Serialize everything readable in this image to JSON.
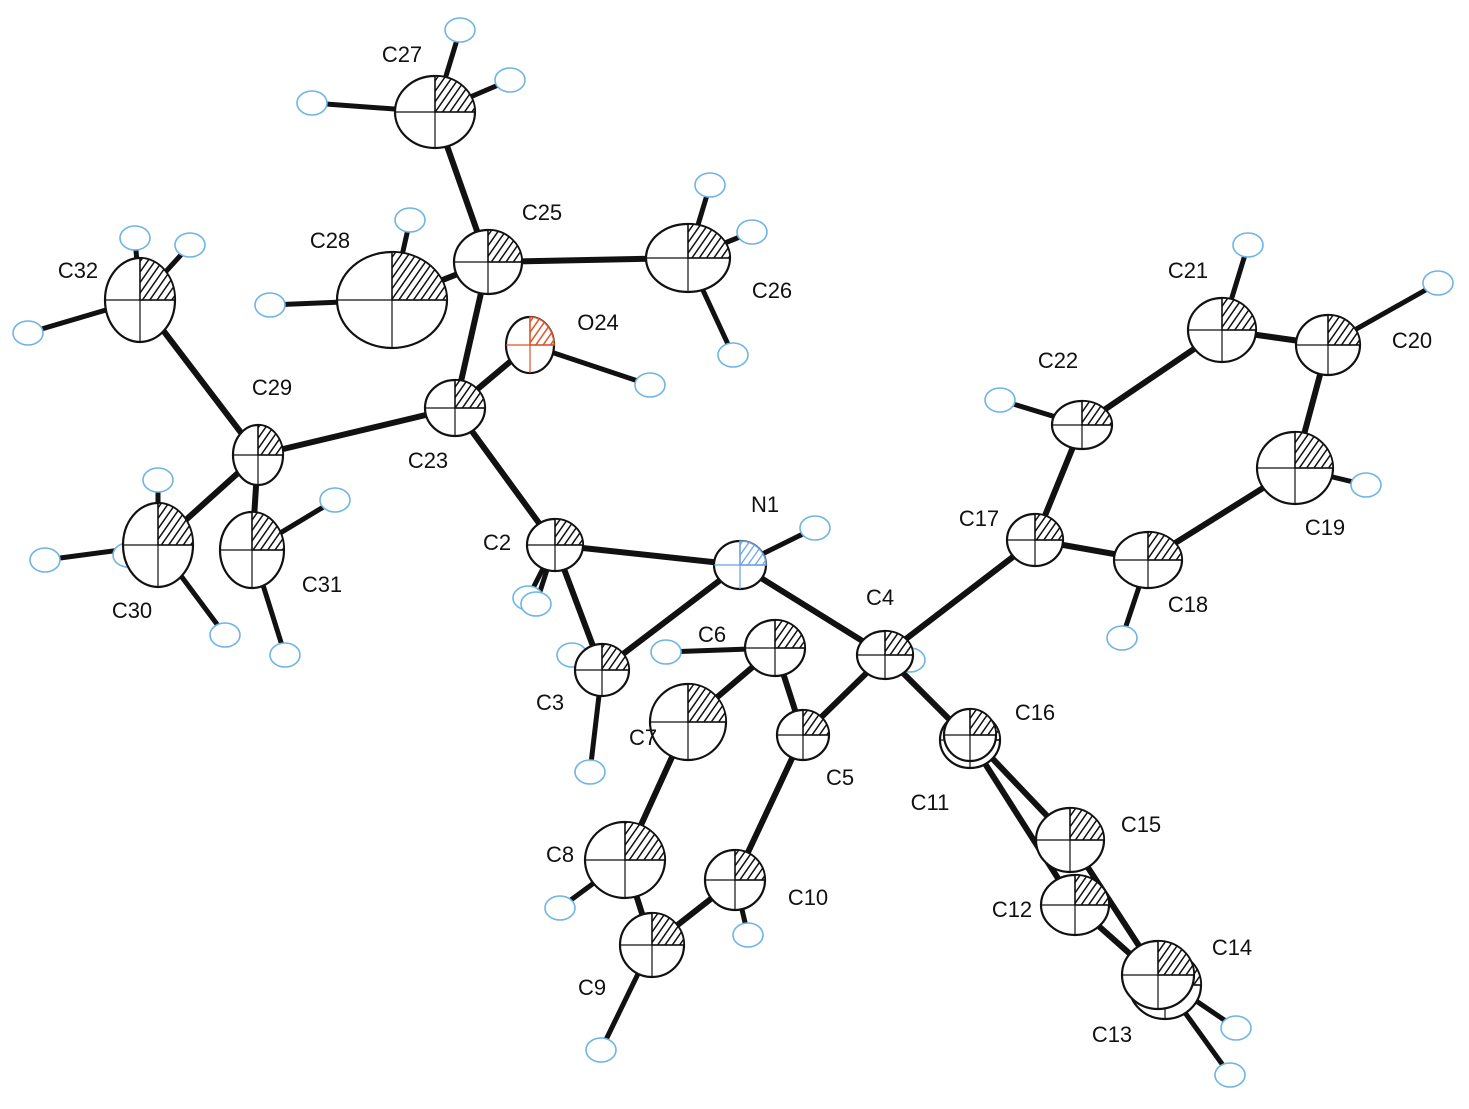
{
  "colors": {
    "carbon": "#111111",
    "nitrogen": "#6b9fe8",
    "oxygen": "#d9562a",
    "hydrogen": "#6fb4e6"
  },
  "atoms": [
    {
      "id": "N1",
      "label": "N1",
      "element": "N"
    },
    {
      "id": "C2",
      "label": "C2",
      "element": "C"
    },
    {
      "id": "C3",
      "label": "C3",
      "element": "C"
    },
    {
      "id": "C4",
      "label": "C4",
      "element": "C"
    },
    {
      "id": "C5",
      "label": "C5",
      "element": "C"
    },
    {
      "id": "C6",
      "label": "C6",
      "element": "C"
    },
    {
      "id": "C7",
      "label": "C7",
      "element": "C"
    },
    {
      "id": "C8",
      "label": "C8",
      "element": "C"
    },
    {
      "id": "C9",
      "label": "C9",
      "element": "C"
    },
    {
      "id": "C10",
      "label": "C10",
      "element": "C"
    },
    {
      "id": "C11",
      "label": "C11",
      "element": "C"
    },
    {
      "id": "C12",
      "label": "C12",
      "element": "C"
    },
    {
      "id": "C13",
      "label": "C13",
      "element": "C"
    },
    {
      "id": "C14",
      "label": "C14",
      "element": "C"
    },
    {
      "id": "C15",
      "label": "C15",
      "element": "C"
    },
    {
      "id": "C16",
      "label": "C16",
      "element": "C"
    },
    {
      "id": "C17",
      "label": "C17",
      "element": "C"
    },
    {
      "id": "C18",
      "label": "C18",
      "element": "C"
    },
    {
      "id": "C19",
      "label": "C19",
      "element": "C"
    },
    {
      "id": "C20",
      "label": "C20",
      "element": "C"
    },
    {
      "id": "C21",
      "label": "C21",
      "element": "C"
    },
    {
      "id": "C22",
      "label": "C22",
      "element": "C"
    },
    {
      "id": "C23",
      "label": "C23",
      "element": "C"
    },
    {
      "id": "O24",
      "label": "O24",
      "element": "O"
    },
    {
      "id": "C25",
      "label": "C25",
      "element": "C"
    },
    {
      "id": "C26",
      "label": "C26",
      "element": "C"
    },
    {
      "id": "C27",
      "label": "C27",
      "element": "C"
    },
    {
      "id": "C28",
      "label": "C28",
      "element": "C"
    },
    {
      "id": "C29",
      "label": "C29",
      "element": "C"
    },
    {
      "id": "C30",
      "label": "C30",
      "element": "C"
    },
    {
      "id": "C31",
      "label": "C31",
      "element": "C"
    },
    {
      "id": "C32",
      "label": "C32",
      "element": "C"
    }
  ],
  "bonds": [
    [
      "N1",
      "C2"
    ],
    [
      "N1",
      "C3"
    ],
    [
      "C2",
      "C3"
    ],
    [
      "N1",
      "C4"
    ],
    [
      "C2",
      "C23"
    ],
    [
      "C23",
      "O24"
    ],
    [
      "C23",
      "C25"
    ],
    [
      "C23",
      "C29"
    ],
    [
      "C25",
      "C26"
    ],
    [
      "C25",
      "C27"
    ],
    [
      "C25",
      "C28"
    ],
    [
      "C29",
      "C30"
    ],
    [
      "C29",
      "C31"
    ],
    [
      "C29",
      "C32"
    ],
    [
      "C4",
      "C5"
    ],
    [
      "C4",
      "C11"
    ],
    [
      "C4",
      "C17"
    ],
    [
      "C5",
      "C6"
    ],
    [
      "C6",
      "C7"
    ],
    [
      "C7",
      "C8"
    ],
    [
      "C8",
      "C9"
    ],
    [
      "C9",
      "C10"
    ],
    [
      "C10",
      "C5"
    ],
    [
      "C11",
      "C12"
    ],
    [
      "C12",
      "C13"
    ],
    [
      "C13",
      "C14"
    ],
    [
      "C14",
      "C15"
    ],
    [
      "C15",
      "C16"
    ],
    [
      "C16",
      "C11"
    ],
    [
      "C17",
      "C18"
    ],
    [
      "C18",
      "C19"
    ],
    [
      "C19",
      "C20"
    ],
    [
      "C20",
      "C21"
    ],
    [
      "C21",
      "C22"
    ],
    [
      "C22",
      "C17"
    ]
  ]
}
